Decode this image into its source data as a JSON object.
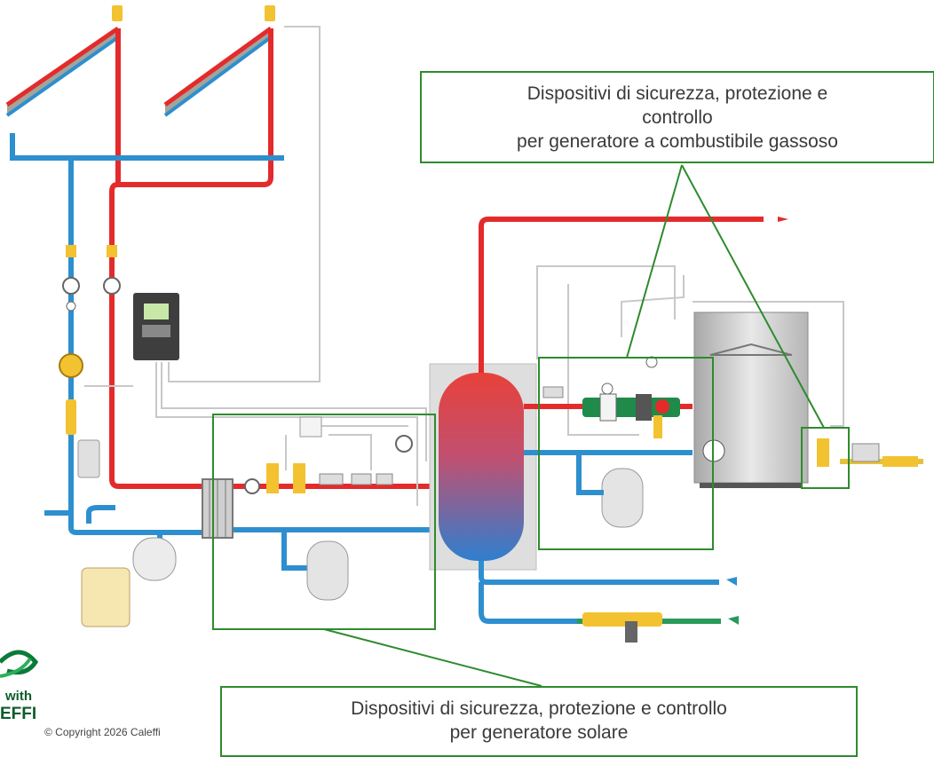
{
  "callouts": {
    "gas_generator": "Dispositivi di sicurezza, protezione e\ncontrollo\nper generatore a combustibile gassoso",
    "solar_generator": "Dispositivi di sicurezza, protezione e controllo\nper generatore solare"
  },
  "logo": {
    "line1": "with",
    "line2": "EFFI"
  },
  "copyright": "© Copyright 2026 Caleffi",
  "colors": {
    "hot_pipe": "#e42b2b",
    "cold_pipe": "#2e8fcf",
    "mains_pipe": "#2a9a5a",
    "highlight_box": "#2e8b2e",
    "valve_yellow": "#f2c230",
    "tank_gray": "#d9d9d9"
  }
}
